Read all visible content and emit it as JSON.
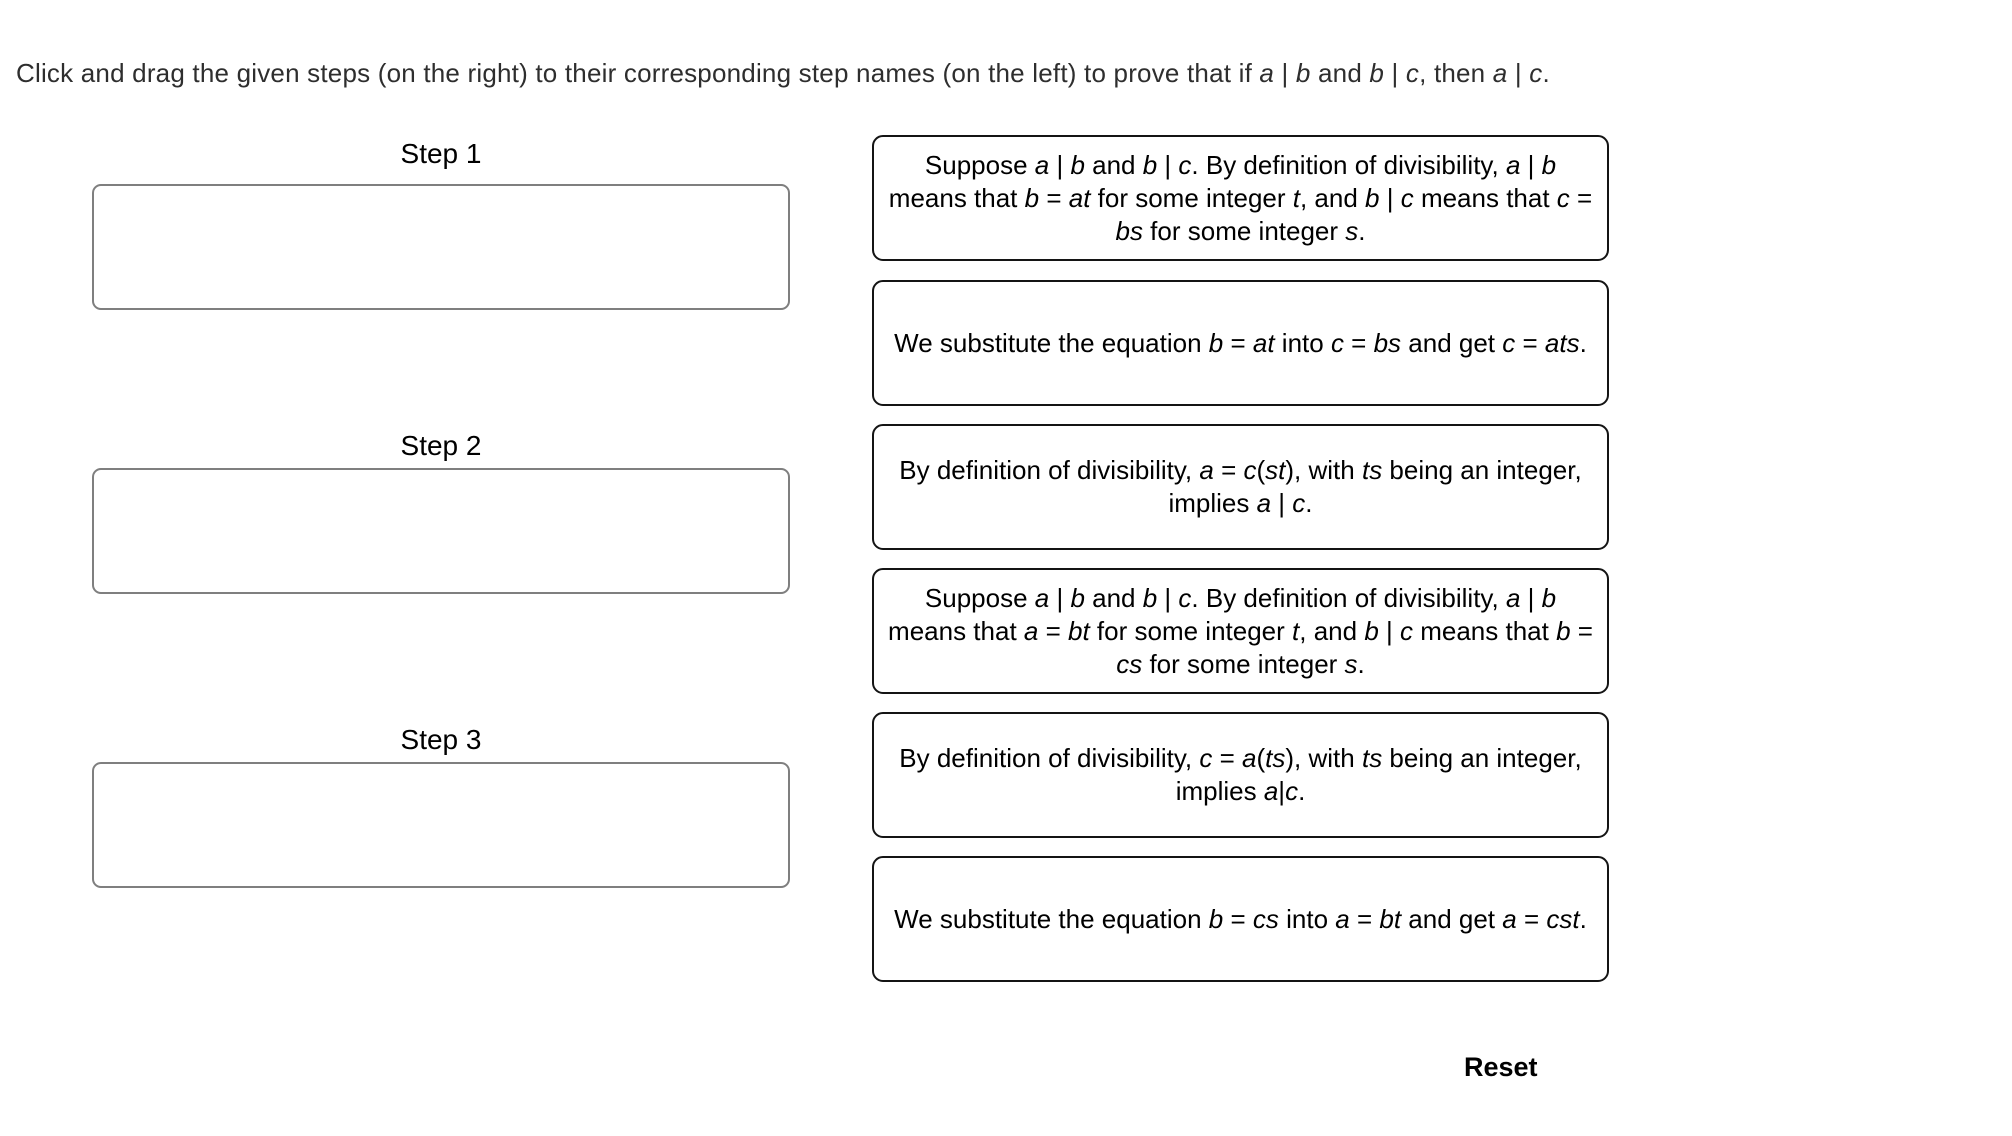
{
  "instruction": "Click and drag the given steps (on the right) to their corresponding step names (on the left) to prove that if  *a* | *b* and *b* | *c*, then *a* | *c*.",
  "steps": [
    {
      "label": "Step 1"
    },
    {
      "label": "Step 2"
    },
    {
      "label": "Step 3"
    }
  ],
  "cards": [
    {
      "text": "Suppose *a* | *b* and *b* | *c*. By definition of divisibility, *a* | *b* means that *b* = *at* for some integer *t*, and *b* | *c* means that *c* = *bs* for some integer *s*."
    },
    {
      "text": "We substitute the equation *b* = *at* into *c* = *bs* and get *c* = *ats*."
    },
    {
      "text": "By definition of divisibility, *a* = *c*(*st*), with *ts* being an integer, implies *a* | *c*."
    },
    {
      "text": "Suppose *a* | *b* and *b* | *c*. By definition of divisibility, *a* | *b* means that *a* = *bt* for some integer *t*, and *b* | *c* means that *b* = *cs* for some integer *s*."
    },
    {
      "text": "By definition of divisibility, *c* = *a*(*ts*), with *ts* being an integer, implies *a*|*c*."
    },
    {
      "text": "We substitute the equation *b* = *cs* into *a* = *bt* and get *a* = *cst*."
    }
  ],
  "reset_label": "Reset",
  "colors": {
    "background": "#ffffff",
    "text": "#000000",
    "card_border": "#141414",
    "dropzone_border": "#7f7f7f"
  }
}
